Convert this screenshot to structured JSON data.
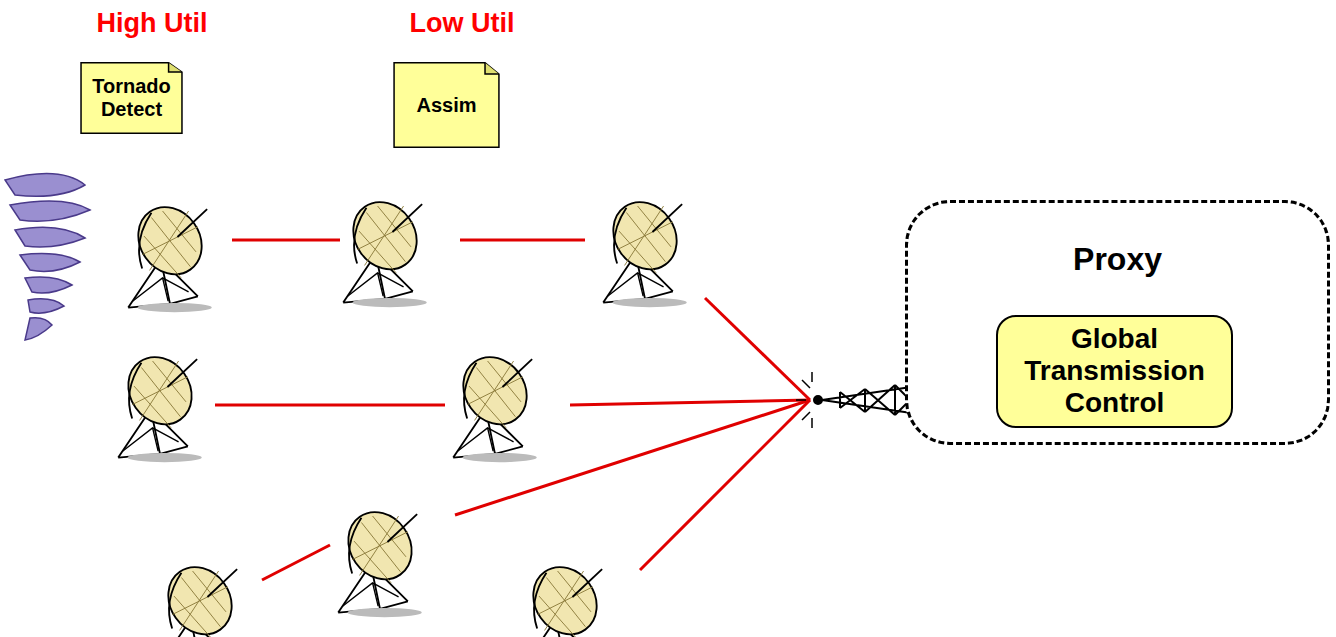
{
  "diagram": {
    "nodes": [
      {
        "text": [
          "Tornado Detect"
        ]
      },
      {
        "text": [
          "Assim"
        ]
      },
      {
        "text": [
          "Proxy"
        ]
      },
      {
        "text": [
          "Global Transmission Control"
        ],
        "in": 2
      }
    ],
    "labels": [
      "High Util",
      "Low Util"
    ]
  }
}
